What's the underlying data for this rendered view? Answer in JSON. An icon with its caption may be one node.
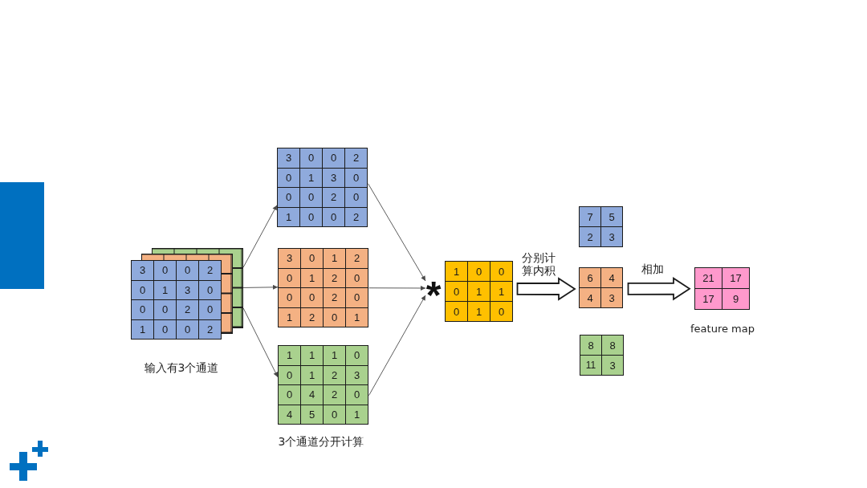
{
  "diagram": {
    "nodes": [
      {
        "text": [
          "3",
          "0",
          "0",
          "2",
          "0",
          "1",
          "3",
          "0",
          "0",
          "0",
          "2",
          "0",
          "1",
          "0",
          "0",
          "2"
        ],
        "beside": [
          "输入有3个通道"
        ]
      },
      {
        "text": [
          "3",
          "0",
          "0",
          "2",
          "0",
          "1",
          "3",
          "0",
          "0",
          "0",
          "2",
          "0",
          "1",
          "0",
          "0",
          "2"
        ]
      },
      {
        "text": [
          "3",
          "0",
          "1",
          "2",
          "0",
          "1",
          "2",
          "0",
          "0",
          "0",
          "2",
          "0",
          "1",
          "2",
          "0",
          "1"
        ]
      },
      {
        "text": [
          "1",
          "1",
          "1",
          "0",
          "0",
          "1",
          "2",
          "3",
          "0",
          "4",
          "2",
          "0",
          "4",
          "5",
          "0",
          "1"
        ]
      },
      {
        "text": [
          "*"
        ]
      },
      {
        "text": [
          "1",
          "0",
          "0",
          "0",
          "1",
          "1",
          "0",
          "1",
          "0"
        ]
      },
      {
        "text": [
          "7",
          "5",
          "2",
          "3"
        ]
      },
      {
        "text": [
          "6",
          "4",
          "4",
          "3"
        ]
      },
      {
        "text": [
          "8",
          "8",
          "11",
          "3"
        ]
      },
      {
        "text": [
          "21",
          "17",
          "17",
          "9"
        ],
        "beside": [
          "feature map"
        ]
      }
    ],
    "edges": [
      {
        "from": 0,
        "to": 1,
        "arrow": "to"
      },
      {
        "from": 0,
        "to": 2,
        "arrow": "to"
      },
      {
        "from": 0,
        "to": 3,
        "arrow": "to"
      },
      {
        "from": 1,
        "to": 4,
        "arrow": "to"
      },
      {
        "from": 2,
        "to": 4,
        "arrow": "to"
      },
      {
        "from": 3,
        "to": 4,
        "arrow": "to"
      },
      {
        "from": 5,
        "to": 7,
        "arrow": "to",
        "label": "分别计算内积",
        "style": "thick"
      },
      {
        "from": 7,
        "to": 9,
        "arrow": "to",
        "label": "相加",
        "style": "thick"
      }
    ],
    "labels": [
      "3个通道分开计算"
    ]
  }
}
